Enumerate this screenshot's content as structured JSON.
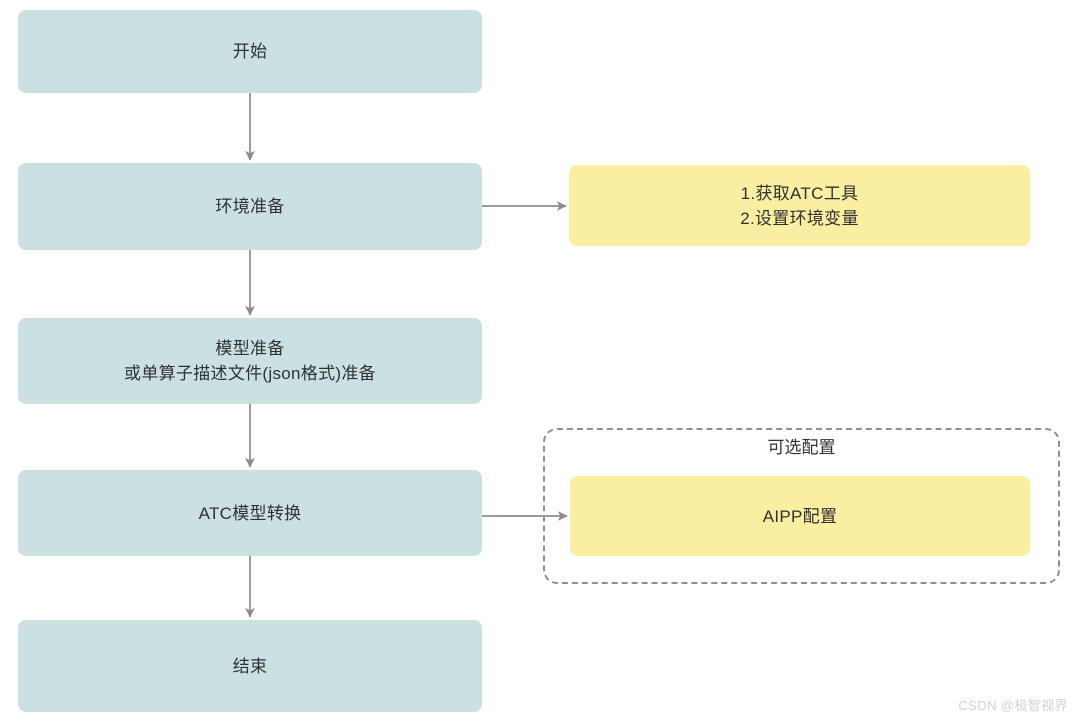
{
  "diagram": {
    "type": "flowchart",
    "title_text": "",
    "colors": {
      "process_fill": "#cbe0e3",
      "note_fill": "#faeea0",
      "edge_stroke": "#8c8c8c",
      "group_border": "#8f8f8f",
      "text": "#2f3132",
      "background": "#ffffff",
      "watermark": "#d2d2d2"
    },
    "nodes": [
      {
        "id": "start",
        "label": "开始",
        "shape": "rounded-rect",
        "fill": "process_fill"
      },
      {
        "id": "env",
        "label": "环境准备",
        "shape": "rounded-rect",
        "fill": "process_fill"
      },
      {
        "id": "model",
        "label": "模型准备\n或单算子描述文件(json格式)准备",
        "shape": "rounded-rect",
        "fill": "process_fill"
      },
      {
        "id": "atc",
        "label": "ATC模型转换",
        "shape": "rounded-rect",
        "fill": "process_fill"
      },
      {
        "id": "end",
        "label": "结束",
        "shape": "rounded-rect",
        "fill": "process_fill"
      },
      {
        "id": "env_note",
        "label": "1.获取ATC工具\n2.设置环境变量",
        "shape": "rounded-rect",
        "fill": "note_fill"
      },
      {
        "id": "aipp",
        "label": "AIPP配置",
        "shape": "rounded-rect",
        "fill": "note_fill"
      }
    ],
    "groups": [
      {
        "id": "optional",
        "title": "可选配置",
        "style": "dashed",
        "contains": [
          "aipp"
        ]
      }
    ],
    "edges": [
      {
        "from": "start",
        "to": "env",
        "direction": "down",
        "arrow": true
      },
      {
        "from": "env",
        "to": "model",
        "direction": "down",
        "arrow": true
      },
      {
        "from": "model",
        "to": "atc",
        "direction": "down",
        "arrow": true
      },
      {
        "from": "atc",
        "to": "end",
        "direction": "down",
        "arrow": true
      },
      {
        "from": "env",
        "to": "env_note",
        "direction": "right",
        "arrow": true
      },
      {
        "from": "atc",
        "to": "aipp",
        "direction": "right",
        "arrow": true
      }
    ]
  },
  "watermark": {
    "text": "CSDN @极智视界"
  }
}
